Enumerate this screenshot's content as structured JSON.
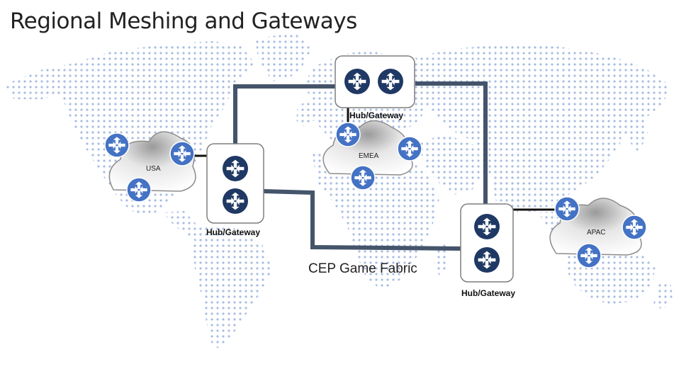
{
  "title": "Regional Meshing and Gateways",
  "fabric_label": "CEP Game Fabric",
  "hub_label": "Hub/Gateway",
  "regions": {
    "usa": "USA",
    "emea": "EMEA",
    "apac": "APAC"
  },
  "colors": {
    "map_dots": "#a9bde2",
    "fabric_line": "#44546a",
    "hub_router": "#1f3864",
    "region_router": "#4472c4",
    "hub_border": "#7f7f7f"
  },
  "icons": {
    "router": "router-icon",
    "cloud": "cloud-icon",
    "map": "world-map-dots"
  }
}
